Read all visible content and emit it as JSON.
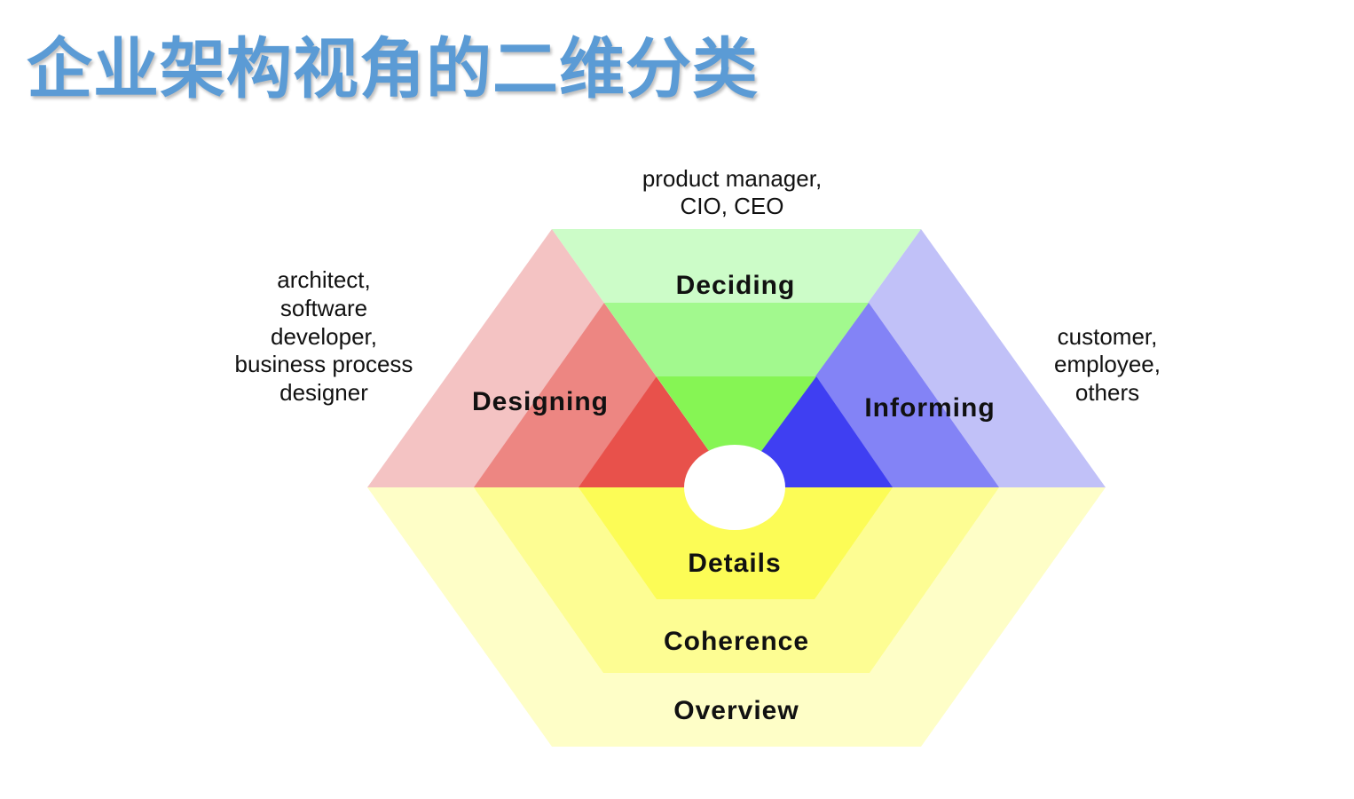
{
  "title": "企业架构视角的二维分类",
  "diagram": {
    "sectors": {
      "deciding": "Deciding",
      "designing": "Designing",
      "informing": "Informing"
    },
    "levels": {
      "details": "Details",
      "coherence": "Coherence",
      "overview": "Overview"
    },
    "roles": {
      "top": [
        "product manager,",
        "CIO, CEO"
      ],
      "left": [
        "architect,",
        "software",
        "developer,",
        "business process",
        "designer"
      ],
      "right": [
        "customer,",
        "employee,",
        "others"
      ]
    },
    "colors": {
      "green_light": "#ccfcc8",
      "green_mid": "#a2f98e",
      "green_dark": "#86f554",
      "red_light": "#f4c3c3",
      "red_mid": "#ed8682",
      "red_dark": "#e8514b",
      "blue_light": "#c1c1f8",
      "blue_mid": "#8383f6",
      "blue_dark": "#3f3ff2",
      "yellow_light": "#fefec7",
      "yellow_mid": "#fdfd93",
      "yellow_dark": "#fcfc56"
    }
  }
}
